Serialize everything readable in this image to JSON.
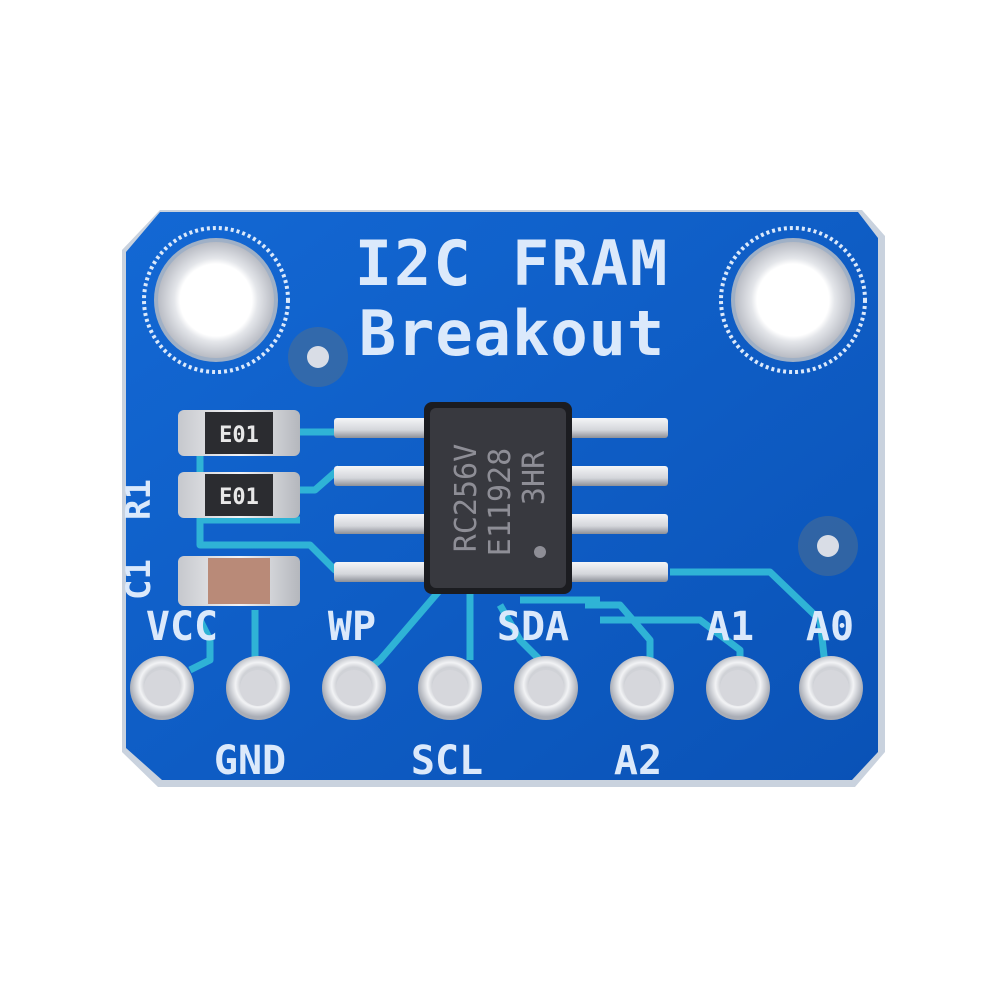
{
  "board": {
    "title_line1": "I2C FRAM",
    "title_line2": "Breakout",
    "colors": {
      "soldermask": "#0f5fc8",
      "soldermask_dark": "#0a4fae",
      "edge": "#c9d2de",
      "trace": "#2fb3d6",
      "silkscreen": "#dbe9fb",
      "chip": "#38393f",
      "pad": "#d9dadf"
    }
  },
  "chip": {
    "line1": "RC256V",
    "line2": "E11928",
    "line3": "3HR"
  },
  "components": {
    "r1_code": "E01",
    "r2_code": "E01",
    "r1_label": "R1",
    "c1_label": "C1"
  },
  "pins": {
    "top_labels": [
      "VCC",
      "WP",
      "SDA",
      "A1",
      "A0"
    ],
    "bottom_labels": [
      "GND",
      "SCL",
      "A2"
    ],
    "order": [
      "VCC",
      "GND",
      "WP",
      "SCL",
      "SDA",
      "A2",
      "A1",
      "A0"
    ]
  }
}
